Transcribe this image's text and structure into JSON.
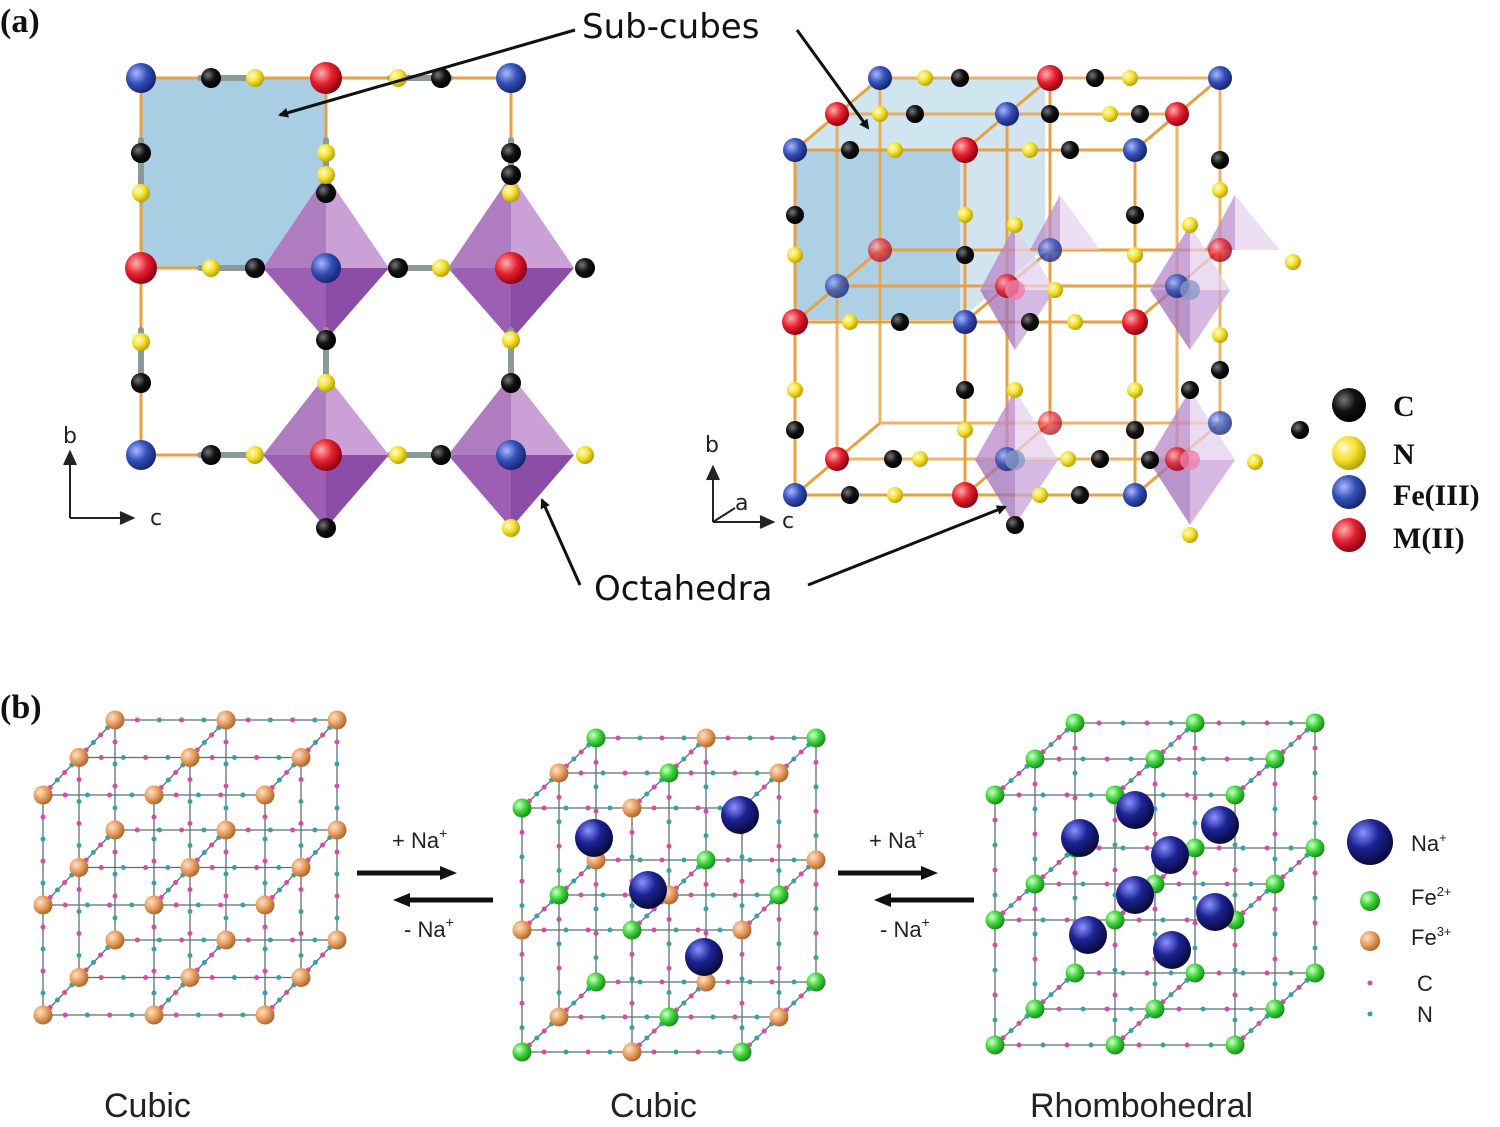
{
  "panel_a": {
    "label": "(a)",
    "callout_subcubes": "Sub-cubes",
    "callout_octahedra": "Octahedra",
    "axes_left": {
      "vertical": "b",
      "horizontal": "c"
    },
    "axes_right": {
      "vertical": "b",
      "depth": "a",
      "horizontal": "c"
    },
    "legend": [
      {
        "label": "C",
        "color": "#111111"
      },
      {
        "label": "N",
        "color": "#f2e02a"
      },
      {
        "label": "Fe(III)",
        "color": "#2b45a8"
      },
      {
        "label": "M(II)",
        "color": "#e0202e"
      }
    ]
  },
  "panel_b": {
    "label": "(b)",
    "structures": [
      {
        "caption": "Cubic"
      },
      {
        "caption": "Cubic"
      },
      {
        "caption": "Rhombohedral"
      }
    ],
    "transitions": [
      {
        "forward": "+ Na",
        "backward": "- Na",
        "sup": "+"
      },
      {
        "forward": "+ Na",
        "backward": "- Na",
        "sup": "+"
      }
    ],
    "legend": [
      {
        "label": "Na",
        "sup": "+",
        "color": "#14166b"
      },
      {
        "label": "Fe",
        "sup": "2+",
        "color": "#3fd63a"
      },
      {
        "label": "Fe",
        "sup": "3+",
        "color": "#e39a5c"
      },
      {
        "label": "C",
        "sup": "",
        "color": "#d84aa8"
      },
      {
        "label": "N",
        "sup": "",
        "color": "#3aa0a8"
      }
    ]
  }
}
